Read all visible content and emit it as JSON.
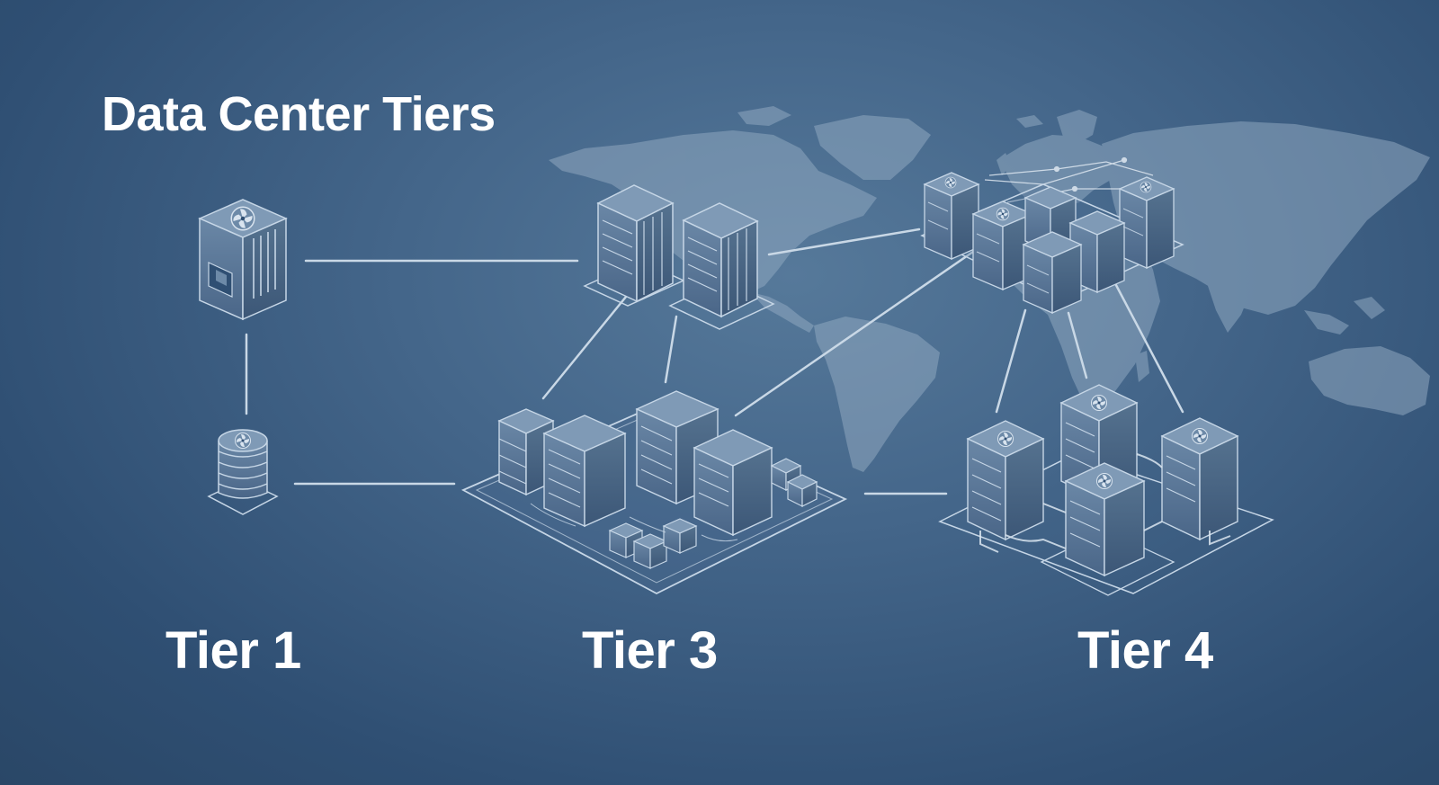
{
  "title": "Data Center Tiers",
  "tiers": [
    {
      "label": "Tier 1"
    },
    {
      "label": "Tier 3"
    },
    {
      "label": "Tier 4"
    }
  ],
  "colors": {
    "background": "#3f6286",
    "map_land": "#8fa8c0",
    "building_fill": "#5b7797",
    "building_stroke": "#c6d6e6",
    "connector": "#c9d8e6",
    "text": "#ffffff"
  },
  "icons": [
    "server-tower-icon",
    "fan-icon",
    "server-rack-icon",
    "world-map"
  ]
}
